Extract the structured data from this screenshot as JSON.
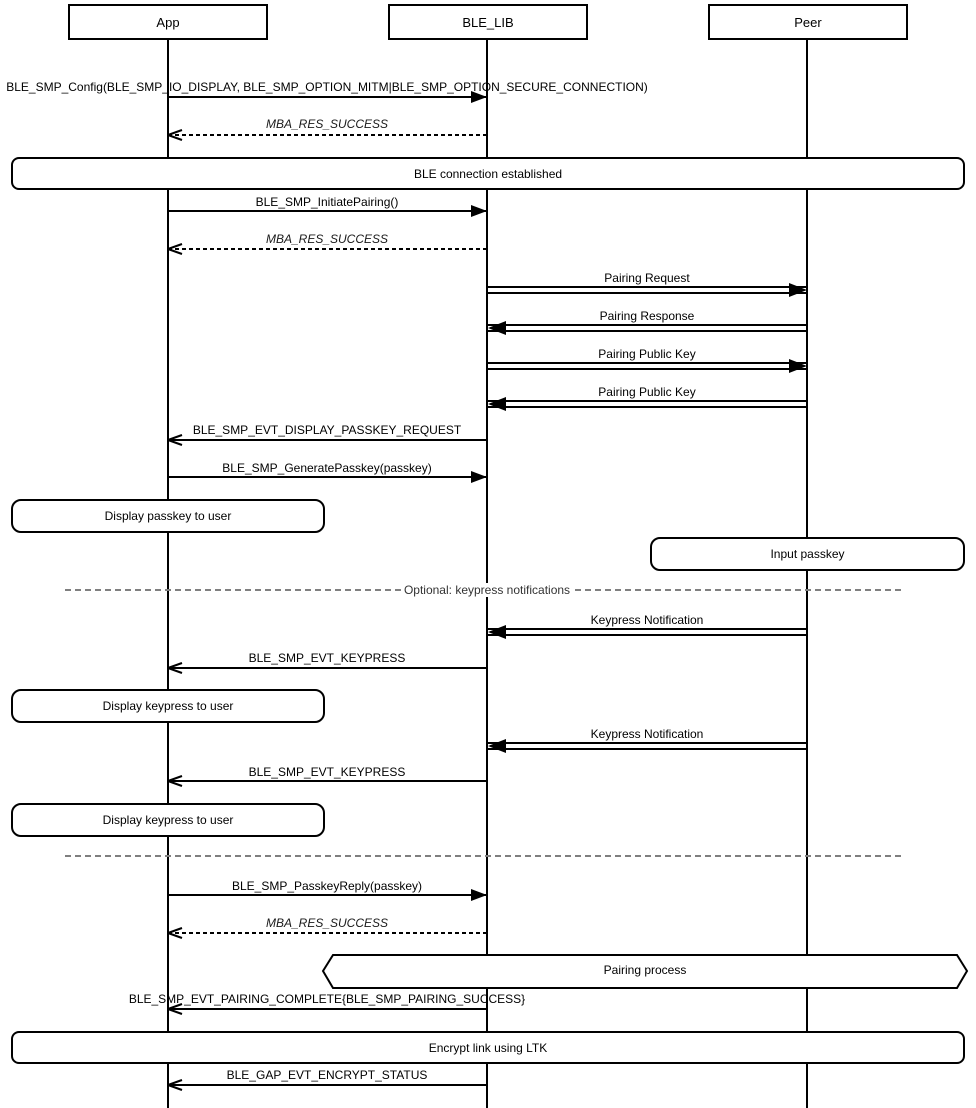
{
  "diagram": {
    "actors": [
      {
        "label": "App"
      },
      {
        "label": "BLE_LIB"
      },
      {
        "label": "Peer"
      }
    ],
    "messages": [
      {
        "label": "BLE_SMP_Config(BLE_SMP_IO_DISPLAY, BLE_SMP_OPTION_MITM|BLE_SMP_OPTION_SECURE_CONNECTION)",
        "from": "App",
        "to": "BLE_LIB",
        "style": "call-solid-filled-arrow"
      },
      {
        "label": "MBA_RES_SUCCESS",
        "from": "BLE_LIB",
        "to": "App",
        "style": "return-dashed-open-arrow"
      },
      {
        "label": "BLE_SMP_InitiatePairing()",
        "from": "App",
        "to": "BLE_LIB",
        "style": "call-solid-filled-arrow"
      },
      {
        "label": "MBA_RES_SUCCESS",
        "from": "BLE_LIB",
        "to": "App",
        "style": "return-dashed-open-arrow"
      },
      {
        "label": "Pairing Request",
        "from": "BLE_LIB",
        "to": "Peer",
        "style": "emphasized-double-line"
      },
      {
        "label": "Pairing Response",
        "from": "Peer",
        "to": "BLE_LIB",
        "style": "emphasized-double-line"
      },
      {
        "label": "Pairing Public Key",
        "from": "BLE_LIB",
        "to": "Peer",
        "style": "emphasized-double-line"
      },
      {
        "label": "Pairing Public Key",
        "from": "Peer",
        "to": "BLE_LIB",
        "style": "emphasized-double-line"
      },
      {
        "label": "BLE_SMP_EVT_DISPLAY_PASSKEY_REQUEST",
        "from": "BLE_LIB",
        "to": "App",
        "style": "event-solid-open-arrow"
      },
      {
        "label": "BLE_SMP_GeneratePasskey(passkey)",
        "from": "App",
        "to": "BLE_LIB",
        "style": "call-solid-filled-arrow"
      },
      {
        "label": "Keypress Notification",
        "from": "Peer",
        "to": "BLE_LIB",
        "style": "emphasized-double-line"
      },
      {
        "label": "BLE_SMP_EVT_KEYPRESS",
        "from": "BLE_LIB",
        "to": "App",
        "style": "event-solid-open-arrow"
      },
      {
        "label": "Keypress Notification",
        "from": "Peer",
        "to": "BLE_LIB",
        "style": "emphasized-double-line"
      },
      {
        "label": "BLE_SMP_EVT_KEYPRESS",
        "from": "BLE_LIB",
        "to": "App",
        "style": "event-solid-open-arrow"
      },
      {
        "label": "BLE_SMP_PasskeyReply(passkey)",
        "from": "App",
        "to": "BLE_LIB",
        "style": "call-solid-filled-arrow"
      },
      {
        "label": "MBA_RES_SUCCESS",
        "from": "BLE_LIB",
        "to": "App",
        "style": "return-dashed-open-arrow"
      },
      {
        "label": "BLE_SMP_EVT_PAIRING_COMPLETE{BLE_SMP_PAIRING_SUCCESS}",
        "from": "BLE_LIB",
        "to": "App",
        "style": "event-solid-open-arrow"
      },
      {
        "label": "BLE_GAP_EVT_ENCRYPT_STATUS",
        "from": "BLE_LIB",
        "to": "App",
        "style": "event-solid-open-arrow"
      }
    ],
    "bands": [
      {
        "label": "BLE connection established"
      },
      {
        "label": "Encrypt link using LTK"
      }
    ],
    "notes": [
      {
        "label": "Display passkey to user"
      },
      {
        "label": "Input passkey"
      },
      {
        "label": "Display keypress to user"
      },
      {
        "label": "Display keypress to user"
      }
    ],
    "process_box": {
      "label": "Pairing process"
    },
    "divider": {
      "label": "Optional: keypress notifications"
    },
    "colors": {
      "line": "#000000",
      "divider_dash": "#7f7f7f",
      "background": "#ffffff"
    }
  }
}
